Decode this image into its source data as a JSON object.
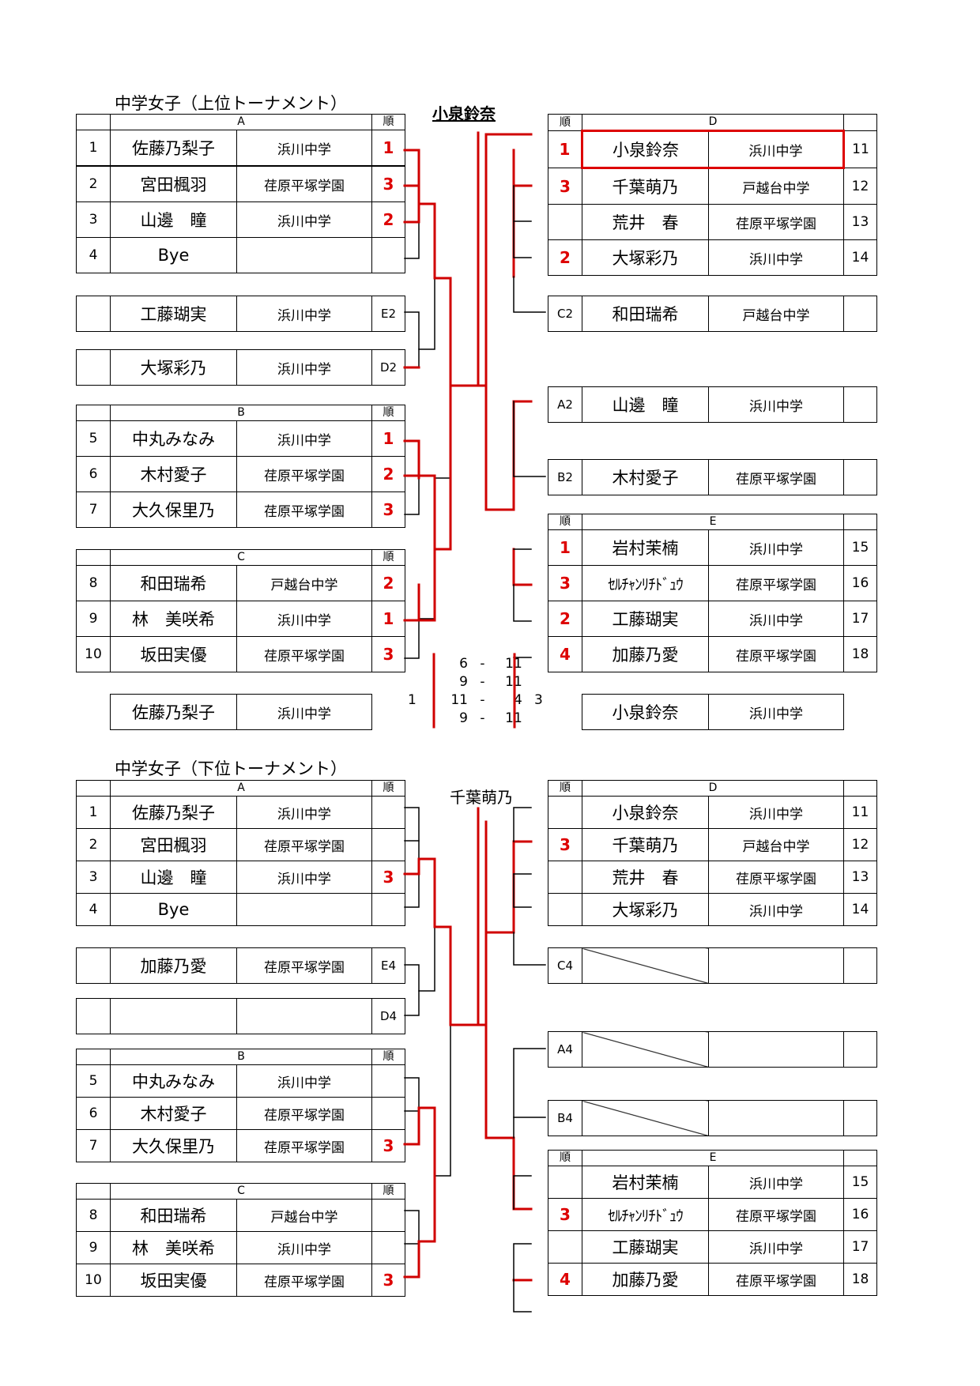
{
  "upper": {
    "title": "中学女子（上位トーナメント）",
    "champion": "小泉鈴奈",
    "header_rank": "順",
    "A": {
      "label": "A",
      "rows": [
        {
          "no": "1",
          "name": "佐藤乃梨子",
          "school": "浜川中学",
          "rank": "1"
        },
        {
          "no": "2",
          "name": "宮田楓羽",
          "school": "荏原平塚学園",
          "rank": "3"
        },
        {
          "no": "3",
          "name": "山邊　瞳",
          "school": "浜川中学",
          "rank": "2"
        },
        {
          "no": "4",
          "name": "Bye",
          "school": "",
          "rank": ""
        }
      ]
    },
    "E2": {
      "name": "工藤瑚実",
      "school": "浜川中学",
      "label": "E2"
    },
    "D2": {
      "name": "大塚彩乃",
      "school": "浜川中学",
      "label": "D2"
    },
    "B": {
      "label": "B",
      "rows": [
        {
          "no": "5",
          "name": "中丸みなみ",
          "school": "浜川中学",
          "rank": "1"
        },
        {
          "no": "6",
          "name": "木村愛子",
          "school": "荏原平塚学園",
          "rank": "2"
        },
        {
          "no": "7",
          "name": "大久保里乃",
          "school": "荏原平塚学園",
          "rank": "3"
        }
      ]
    },
    "C": {
      "label": "C",
      "rows": [
        {
          "no": "8",
          "name": "和田瑞希",
          "school": "戸越台中学",
          "rank": "2"
        },
        {
          "no": "9",
          "name": "林　美咲希",
          "school": "浜川中学",
          "rank": "1"
        },
        {
          "no": "10",
          "name": "坂田実優",
          "school": "荏原平塚学園",
          "rank": "3"
        }
      ]
    },
    "D": {
      "label": "D",
      "rows": [
        {
          "rank": "1",
          "name": "小泉鈴奈",
          "school": "浜川中学",
          "no": "11"
        },
        {
          "rank": "3",
          "name": "千葉萌乃",
          "school": "戸越台中学",
          "no": "12"
        },
        {
          "rank": "",
          "name": "荒井　春",
          "school": "荏原平塚学園",
          "no": "13"
        },
        {
          "rank": "2",
          "name": "大塚彩乃",
          "school": "浜川中学",
          "no": "14"
        }
      ]
    },
    "C2": {
      "label": "C2",
      "name": "和田瑞希",
      "school": "戸越台中学"
    },
    "A2": {
      "label": "A2",
      "name": "山邊　瞳",
      "school": "浜川中学"
    },
    "B2": {
      "label": "B2",
      "name": "木村愛子",
      "school": "荏原平塚学園"
    },
    "E": {
      "label": "E",
      "rows": [
        {
          "rank": "1",
          "name": "岩村茉楠",
          "school": "浜川中学",
          "no": "15"
        },
        {
          "rank": "3",
          "name": "ｾﾙﾁｬﾝﾘﾁﾄﾞｭｳ",
          "school": "荏原平塚学園",
          "no": "16"
        },
        {
          "rank": "2",
          "name": "工藤瑚実",
          "school": "浜川中学",
          "no": "17"
        },
        {
          "rank": "4",
          "name": "加藤乃愛",
          "school": "荏原平塚学園",
          "no": "18"
        }
      ]
    },
    "final": {
      "left": {
        "name": "佐藤乃梨子",
        "school": "浜川中学"
      },
      "right": {
        "name": "小泉鈴奈",
        "school": "浜川中学"
      },
      "left_sets": "1",
      "right_sets": "3",
      "scores": [
        {
          "l": "6",
          "r": "11"
        },
        {
          "l": "9",
          "r": "11"
        },
        {
          "l": "11",
          "r": "4"
        },
        {
          "l": "9",
          "r": "11"
        }
      ],
      "dash": "-"
    }
  },
  "lower": {
    "title": "中学女子（下位トーナメント）",
    "champion": "千葉萌乃",
    "header_rank": "順",
    "A": {
      "label": "A",
      "rows": [
        {
          "no": "1",
          "name": "佐藤乃梨子",
          "school": "浜川中学",
          "rank": ""
        },
        {
          "no": "2",
          "name": "宮田楓羽",
          "school": "荏原平塚学園",
          "rank": ""
        },
        {
          "no": "3",
          "name": "山邊　瞳",
          "school": "浜川中学",
          "rank": "3"
        },
        {
          "no": "4",
          "name": "Bye",
          "school": "",
          "rank": ""
        }
      ]
    },
    "E4": {
      "name": "加藤乃愛",
      "school": "荏原平塚学園",
      "label": "E4"
    },
    "D4": {
      "name": "",
      "school": "",
      "label": "D4"
    },
    "B": {
      "label": "B",
      "rows": [
        {
          "no": "5",
          "name": "中丸みなみ",
          "school": "浜川中学",
          "rank": ""
        },
        {
          "no": "6",
          "name": "木村愛子",
          "school": "荏原平塚学園",
          "rank": ""
        },
        {
          "no": "7",
          "name": "大久保里乃",
          "school": "荏原平塚学園",
          "rank": "3"
        }
      ]
    },
    "C": {
      "label": "C",
      "rows": [
        {
          "no": "8",
          "name": "和田瑞希",
          "school": "戸越台中学",
          "rank": ""
        },
        {
          "no": "9",
          "name": "林　美咲希",
          "school": "浜川中学",
          "rank": ""
        },
        {
          "no": "10",
          "name": "坂田実優",
          "school": "荏原平塚学園",
          "rank": "3"
        }
      ]
    },
    "D": {
      "label": "D",
      "rows": [
        {
          "rank": "",
          "name": "小泉鈴奈",
          "school": "浜川中学",
          "no": "11"
        },
        {
          "rank": "3",
          "name": "千葉萌乃",
          "school": "戸越台中学",
          "no": "12"
        },
        {
          "rank": "",
          "name": "荒井　春",
          "school": "荏原平塚学園",
          "no": "13"
        },
        {
          "rank": "",
          "name": "大塚彩乃",
          "school": "浜川中学",
          "no": "14"
        }
      ]
    },
    "C4": {
      "label": "C4"
    },
    "A4": {
      "label": "A4"
    },
    "B4": {
      "label": "B4"
    },
    "E": {
      "label": "E",
      "rows": [
        {
          "rank": "",
          "name": "岩村茉楠",
          "school": "浜川中学",
          "no": "15"
        },
        {
          "rank": "3",
          "name": "ｾﾙﾁｬﾝﾘﾁﾄﾞｭｳ",
          "school": "荏原平塚学園",
          "no": "16"
        },
        {
          "rank": "",
          "name": "工藤瑚実",
          "school": "浜川中学",
          "no": "17"
        },
        {
          "rank": "4",
          "name": "加藤乃愛",
          "school": "荏原平塚学園",
          "no": "18"
        }
      ]
    }
  },
  "colors": {
    "winner_line": "#d00000",
    "line": "#000000",
    "rank_text": "#d00000"
  }
}
